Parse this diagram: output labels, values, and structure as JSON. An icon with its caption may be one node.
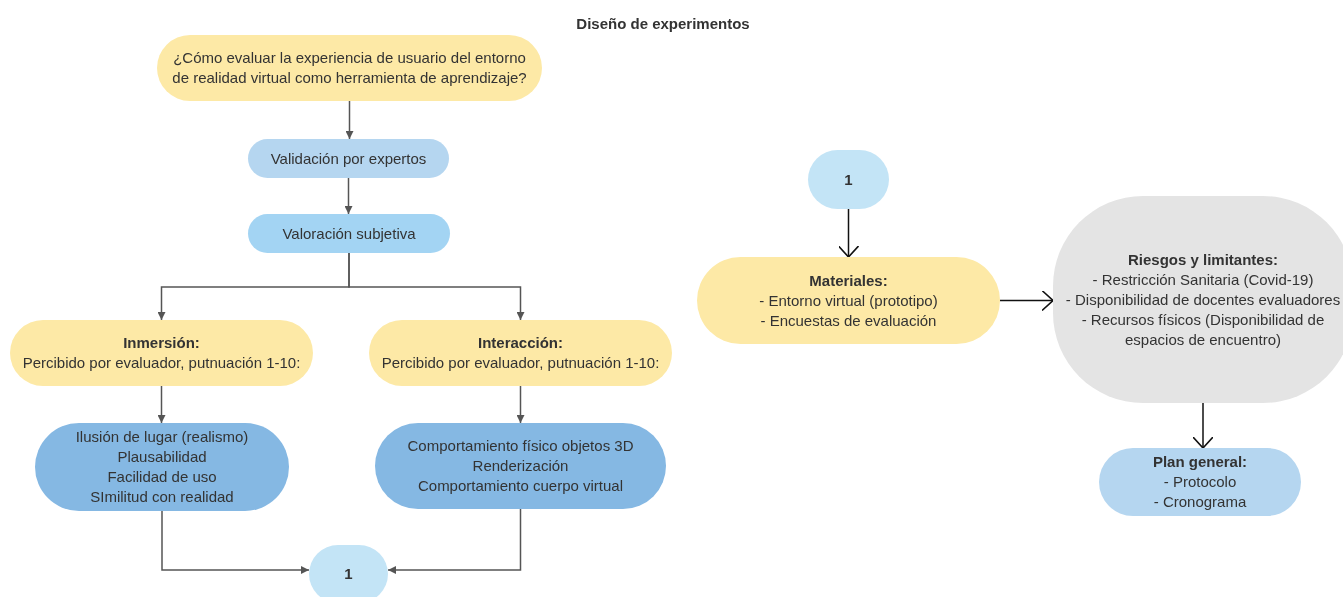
{
  "diagram": {
    "title": "Diseño de experimentos",
    "nodes": [
      {
        "text": [
          "¿Cómo evaluar la experiencia de usuario del entorno de realidad virtual como herramienta de aprendizaje?"
        ]
      },
      {
        "text": [
          "Validación por expertos"
        ]
      },
      {
        "text": [
          "Valoración subjetiva"
        ]
      },
      {
        "text": [
          "Inmersión:",
          "Percibido por evaluador, putnuación 1-10:"
        ]
      },
      {
        "text": [
          "Interacción:",
          "Percibido por evaluador, putnuación 1-10:"
        ]
      },
      {
        "text": [
          "Ilusión de lugar (realismo)",
          "Plausabilidad",
          "Facilidad de uso",
          "SImilitud con realidad"
        ]
      },
      {
        "text": [
          "Comportamiento físico objetos 3D",
          "Renderización",
          "Comportamiento cuerpo virtual"
        ]
      },
      {
        "text": [
          "1"
        ]
      },
      {
        "text": [
          "1"
        ]
      },
      {
        "text": [
          "Materiales:",
          "- Entorno virtual (prototipo)",
          "- Encuestas de evaluación"
        ]
      },
      {
        "text": [
          "Riesgos y limitantes:",
          "- Restricción Sanitaria (Covid-19)",
          "- Disponibilidad de docentes evaluadores",
          "- Recursos físicos (Disponibilidad de espacios de encuentro)"
        ]
      },
      {
        "text": [
          "Plan general:",
          "- Protocolo",
          "- Cronograma"
        ]
      }
    ],
    "edges": [
      {
        "from": 0,
        "to": 1,
        "arrow": "to"
      },
      {
        "from": 1,
        "to": 2,
        "arrow": "to"
      },
      {
        "from": 2,
        "to": 3,
        "arrow": "to"
      },
      {
        "from": 2,
        "to": 4,
        "arrow": "to"
      },
      {
        "from": 3,
        "to": 5,
        "arrow": "to"
      },
      {
        "from": 4,
        "to": 6,
        "arrow": "to"
      },
      {
        "from": 5,
        "to": 7,
        "arrow": "to"
      },
      {
        "from": 6,
        "to": 7,
        "arrow": "to"
      },
      {
        "from": 8,
        "to": 9,
        "arrow": "to",
        "color": "#111111"
      },
      {
        "from": 9,
        "to": 10,
        "arrow": "to",
        "color": "#111111"
      },
      {
        "from": 10,
        "to": 11,
        "arrow": "to",
        "color": "#111111"
      }
    ]
  }
}
